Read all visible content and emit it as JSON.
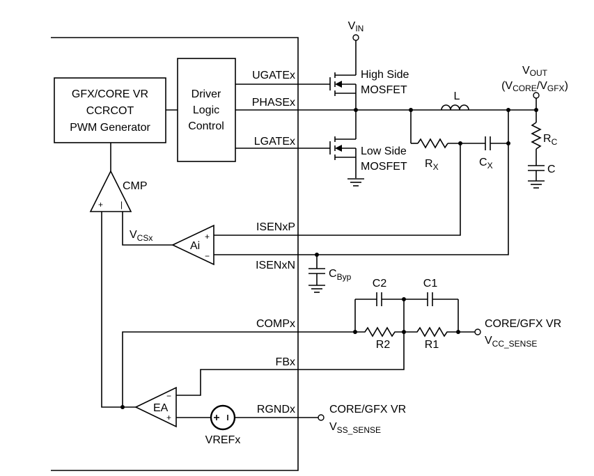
{
  "blocks": {
    "pwm_gen": [
      "GFX/CORE VR",
      "CCRCOT",
      "PWM Generator"
    ],
    "driver": [
      "Driver",
      "Logic",
      "Control"
    ],
    "cmp": "CMP",
    "ai": "Ai",
    "ea": "EA",
    "vref": "VREFx"
  },
  "pins": {
    "ugate": "UGATEx",
    "phase": "PHASEx",
    "lgate": "LGATEx",
    "isenp": "ISENxP",
    "isenn": "ISENxN",
    "comp": "COMPx",
    "fb": "FBx",
    "rgnd": "RGNDx"
  },
  "signals": {
    "vcs": {
      "main": "V",
      "sub": "CSx"
    },
    "vin": {
      "main": "V",
      "sub": "IN"
    },
    "vout": {
      "main": "V",
      "sub": "OUT"
    },
    "vout_paren": {
      "open": "(V",
      "sub1": "CORE",
      "mid": "/V",
      "sub2": "GFX",
      "close": ")"
    }
  },
  "mosfets": {
    "high": [
      "High Side",
      "MOSFET"
    ],
    "low": [
      "Low Side",
      "MOSFET"
    ]
  },
  "components": {
    "L": "L",
    "Rx": {
      "main": "R",
      "sub": "X"
    },
    "Cx": {
      "main": "C",
      "sub": "X"
    },
    "Rc": {
      "main": "R",
      "sub": "C"
    },
    "C": "C",
    "Cbyp": {
      "main": "C",
      "sub": "Byp"
    },
    "C1": "C1",
    "C2": "C2",
    "R1": "R1",
    "R2": "R2"
  },
  "sense": {
    "vcc": {
      "title": "CORE/GFX VR",
      "main": "V",
      "sub": "CC_SENSE"
    },
    "vss": {
      "title": "CORE/GFX VR",
      "main": "V",
      "sub": "SS_SENSE"
    }
  },
  "amp_signs": {
    "plus": "+",
    "minus": "−",
    "bar": "|"
  }
}
